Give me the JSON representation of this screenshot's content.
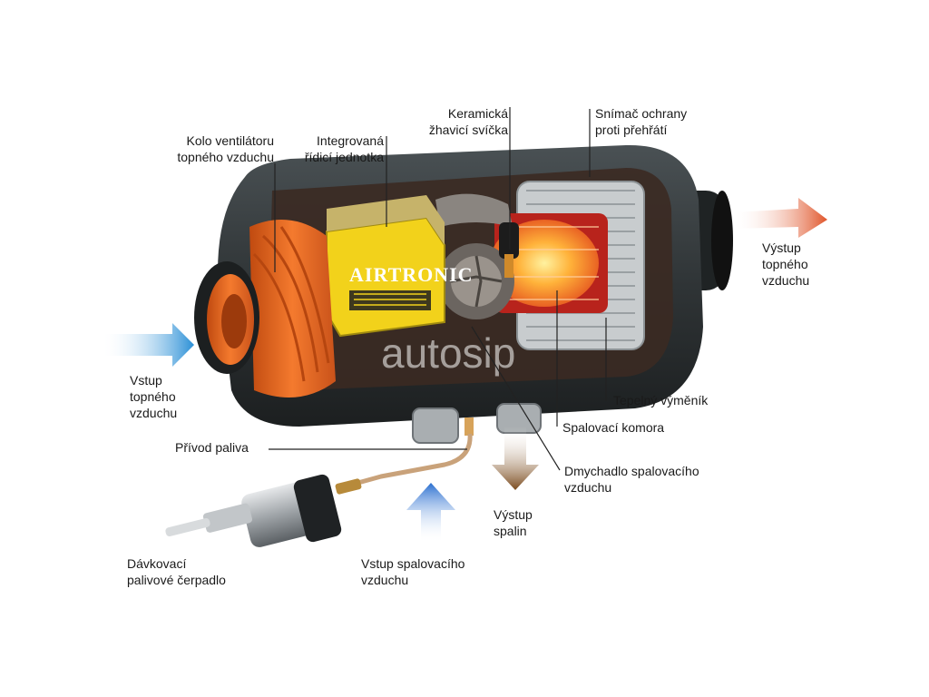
{
  "brand_text": "AIRTRONIC",
  "watermark": "autosip",
  "labels": {
    "fan_wheel": [
      "Kolo ventilátoru",
      "topného vzduchu"
    ],
    "control_unit": [
      "Integrovaná",
      "řídicí jednotka"
    ],
    "glow_plug": [
      "Keramická",
      "žhavicí svíčka"
    ],
    "overheat_sensor": [
      "Snímač ochrany",
      "proti přehřátí"
    ],
    "hot_air_outlet": [
      "Výstup",
      "topného",
      "vzduchu"
    ],
    "air_inlet": [
      "Vstup",
      "topného",
      "vzduchu"
    ],
    "heat_exchanger": [
      "Tepelný výměník"
    ],
    "combustion_chamber": [
      "Spalovací komora"
    ],
    "fuel_supply": [
      "Přívod paliva"
    ],
    "combustion_blower": [
      "Dmychadlo spalovacího",
      "vzduchu"
    ],
    "exhaust_outlet": [
      "Výstup",
      "spalin"
    ],
    "combustion_air_inlet": [
      "Vstup spalovacího",
      "vzduchu"
    ],
    "fuel_pump": [
      "Dávkovací",
      "palivové čerpadlo"
    ]
  },
  "colors": {
    "housing": "#2f3436",
    "fan": "#e8651f",
    "control_unit": "#f2d21b",
    "heat_exchanger": "#c8ccce",
    "flame": "#ff8a1a",
    "arrow_inlet": "#2a8fd6",
    "arrow_outlet": "#e0552a",
    "arrow_exhaust": "#7a4a1c",
    "arrow_combustion_air": "#2a6fd0"
  }
}
